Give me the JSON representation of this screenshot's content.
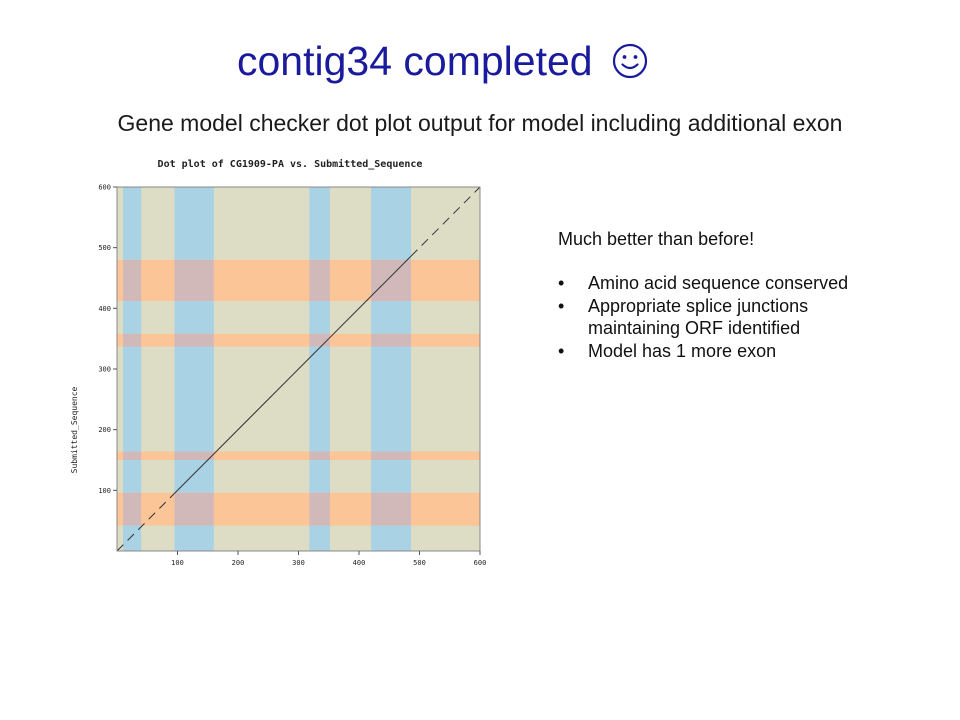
{
  "slide": {
    "title": "contig34 completed",
    "title_icon": "smiley-face-icon",
    "subtitle": "Gene model checker dot plot output for model including additional exon",
    "title_color": "#1a1a9c"
  },
  "notes": {
    "intro": "Much better than before!",
    "bullet_glyph": "•",
    "bullets": [
      "Amino acid sequence conserved",
      "Appropriate splice junctions maintaining ORF identified",
      "Model has 1 more exon"
    ]
  },
  "chart_data": {
    "type": "scatter",
    "title": "Dot plot of CG1909-PA vs. Submitted_Sequence",
    "xlabel": "",
    "ylabel": "Submitted_Sequence",
    "xlim": [
      0,
      600
    ],
    "ylim": [
      0,
      600
    ],
    "xticks": [
      "100",
      "200",
      "300",
      "400",
      "500",
      "600"
    ],
    "yticks": [
      "100",
      "200",
      "300",
      "400",
      "500",
      "600"
    ],
    "colors": {
      "background": "#dcddc4",
      "vertical_band": "#a9d2e4",
      "horizontal_band": "#fcc597",
      "overlap": "#d2b9b9",
      "line": "#333333"
    },
    "vertical_bands": [
      [
        10,
        40
      ],
      [
        95,
        160
      ],
      [
        318,
        352
      ],
      [
        420,
        486
      ]
    ],
    "horizontal_bands": [
      [
        42,
        96
      ],
      [
        150,
        164
      ],
      [
        337,
        358
      ],
      [
        412,
        480
      ]
    ],
    "segments": [
      {
        "style": "dashed",
        "x": [
          0,
          95
        ],
        "y": [
          0,
          95
        ]
      },
      {
        "style": "solid",
        "x": [
          95,
          320
        ],
        "y": [
          95,
          320
        ]
      },
      {
        "style": "solid",
        "x": [
          320,
          350
        ],
        "y": [
          320,
          350
        ]
      },
      {
        "style": "solid",
        "x": [
          350,
          410
        ],
        "y": [
          350,
          410
        ]
      },
      {
        "style": "solid",
        "x": [
          410,
          486
        ],
        "y": [
          410,
          486
        ]
      },
      {
        "style": "dashed",
        "x": [
          486,
          600
        ],
        "y": [
          486,
          600
        ]
      }
    ]
  }
}
